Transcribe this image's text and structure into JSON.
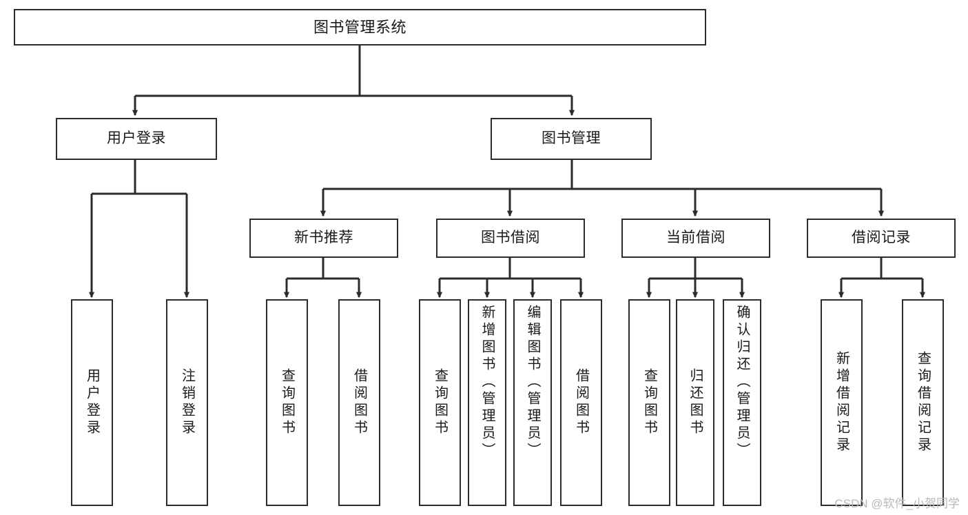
{
  "diagram": {
    "title": "图书管理系统",
    "type": "function-structure-tree",
    "watermark": "CSDN @软件_小贺同学",
    "colors": {
      "stroke": "#2b2b2b",
      "fill": "#ffffff",
      "text": "#1a1a1a",
      "watermark": "#b9b9b9"
    },
    "levels": {
      "root": [
        "图书管理系统"
      ],
      "level2": [
        "用户登录",
        "图书管理"
      ],
      "level3": [
        "新书推荐",
        "图书借阅",
        "当前借阅",
        "借阅记录"
      ],
      "leaves": [
        "用户登录",
        "注销登录",
        "查询图书",
        "借阅图书",
        "查询图书",
        "新增图书（管理员）",
        "编辑图书（管理员）",
        "借阅图书",
        "查询图书",
        "归还图书",
        "确认归还（管理员）",
        "新增借阅记录",
        "查询借阅记录"
      ]
    },
    "nodes": {
      "root": {
        "label": "图书管理系统"
      },
      "user_login": {
        "label": "用户登录"
      },
      "book_manage": {
        "label": "图书管理"
      },
      "new_book_rec": {
        "label": "新书推荐"
      },
      "book_borrow": {
        "label": "图书借阅"
      },
      "current_borrow": {
        "label": "当前借阅"
      },
      "borrow_record": {
        "label": "借阅记录"
      },
      "leaf_user_login": {
        "label": "用户登录"
      },
      "leaf_logout": {
        "label": "注销登录"
      },
      "leaf_query_book_1": {
        "label": "查询图书"
      },
      "leaf_borrow_book_1": {
        "label": "借阅图书"
      },
      "leaf_query_book_2": {
        "label": "查询图书"
      },
      "leaf_add_book_admin": {
        "label": "新增图书（管理员）"
      },
      "leaf_edit_book_admin": {
        "label": "编辑图书（管理员）"
      },
      "leaf_borrow_book_2": {
        "label": "借阅图书"
      },
      "leaf_query_book_3": {
        "label": "查询图书"
      },
      "leaf_return_book": {
        "label": "归还图书"
      },
      "leaf_confirm_return_admin": {
        "label": "确认归还（管理员）"
      },
      "leaf_add_borrow_record": {
        "label": "新增借阅记录"
      },
      "leaf_query_borrow_record": {
        "label": "查询借阅记录"
      }
    }
  }
}
